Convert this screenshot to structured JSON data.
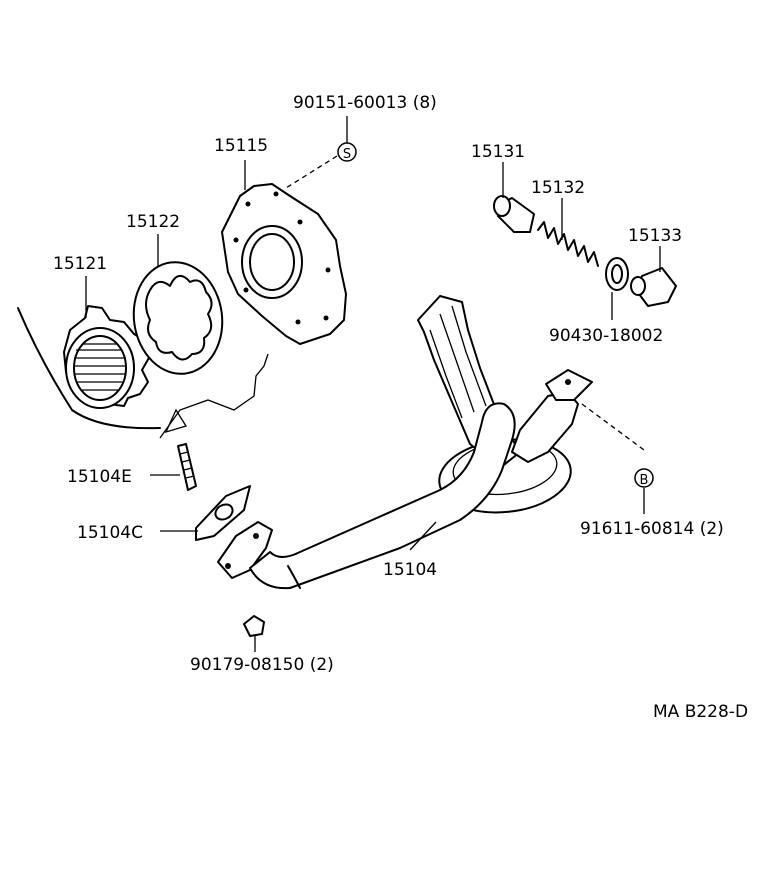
{
  "labels": {
    "p90151": "90151-60013 (8)",
    "p15115": "15115",
    "p15122": "15122",
    "p15121": "15121",
    "p15131": "15131",
    "p15132": "15132",
    "p15133": "15133",
    "p90430": "90430-18002",
    "p15104E": "15104E",
    "p15104C": "15104C",
    "p15104": "15104",
    "p91611": "91611-60814 (2)",
    "p90179": "90179-08150 (2)",
    "ref": "MA B228-D"
  },
  "markers": {
    "s": "S",
    "b": "B"
  }
}
